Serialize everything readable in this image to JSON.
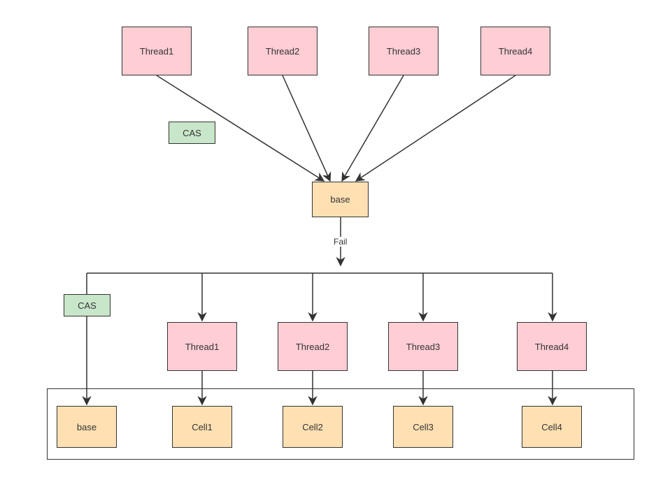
{
  "diagram": {
    "top_threads": [
      "Thread1",
      "Thread2",
      "Thread3",
      "Thread4"
    ],
    "top_cas_label": "CAS",
    "base_label": "base",
    "fail_label": "Fail",
    "left_cas_label": "CAS",
    "bottom_threads": [
      "Thread1",
      "Thread2",
      "Thread3",
      "Thread4"
    ],
    "cells": [
      "base",
      "Cell1",
      "Cell2",
      "Cell3",
      "Cell4"
    ],
    "colors": {
      "thread_fill": "#ffcdd4",
      "cell_fill": "#ffe0b2",
      "cas_fill": "#c8e6c9",
      "stroke": "#333333"
    }
  }
}
